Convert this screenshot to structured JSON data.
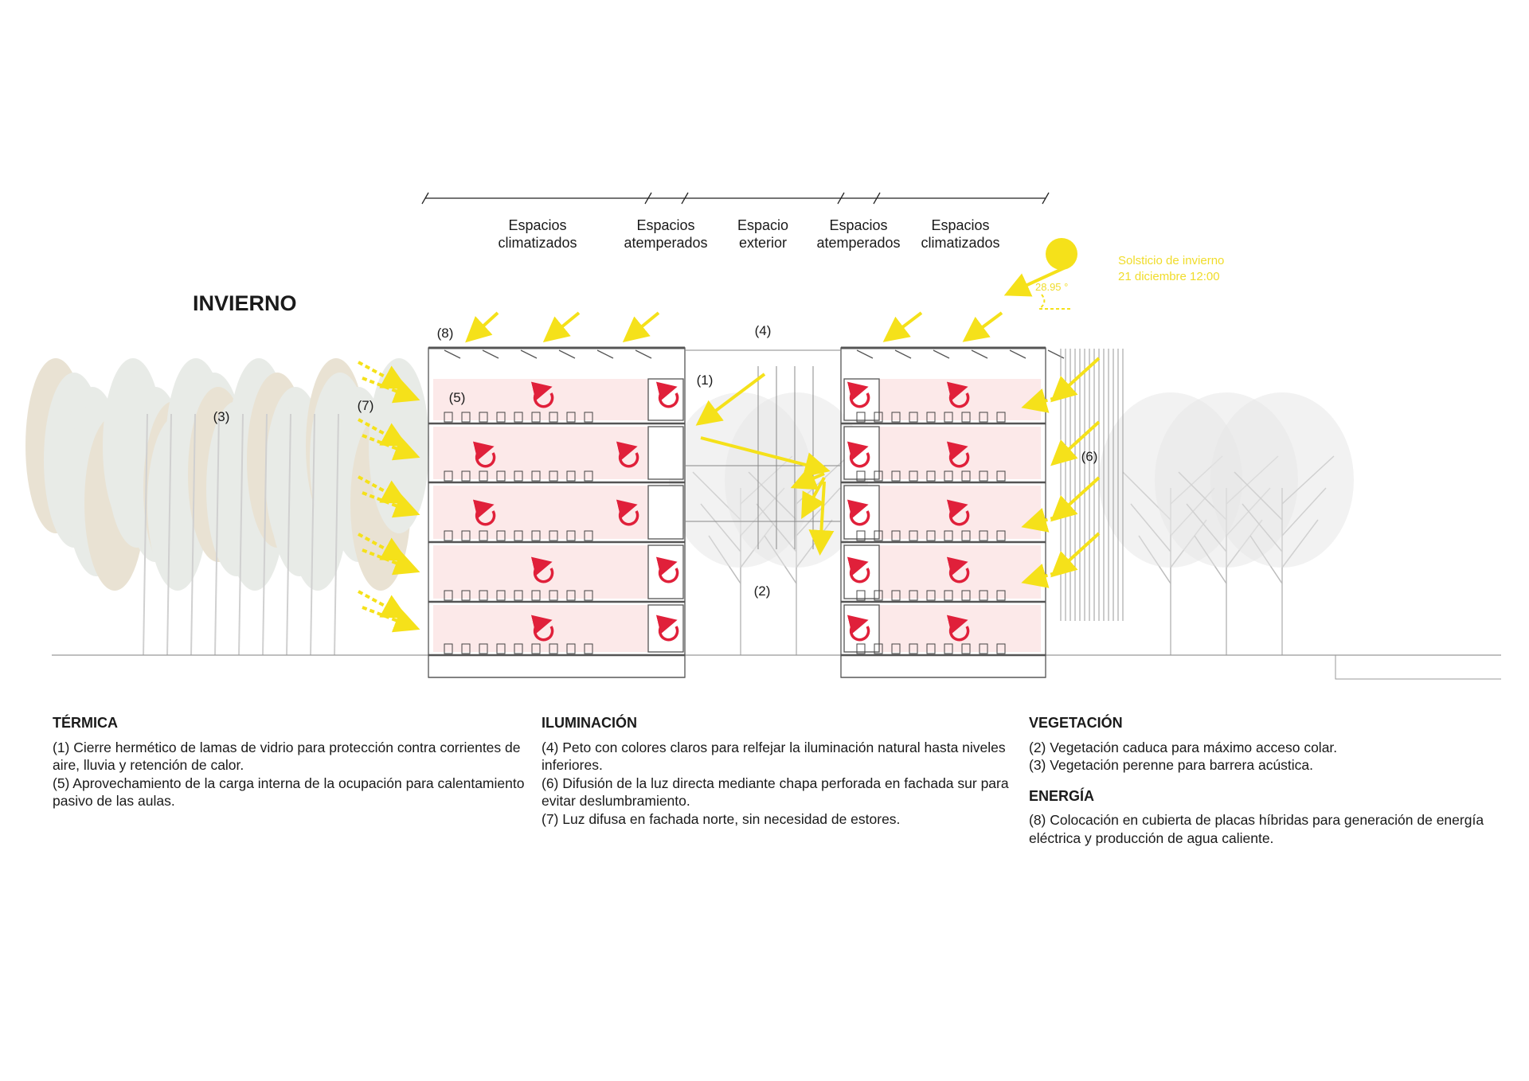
{
  "title": "INVIERNO",
  "zones": [
    {
      "line1": "Espacios",
      "line2": "climatizados"
    },
    {
      "line1": "Espacios",
      "line2": "atemperados"
    },
    {
      "line1": "Espacio",
      "line2": "exterior"
    },
    {
      "line1": "Espacios",
      "line2": "atemperados"
    },
    {
      "line1": "Espacios",
      "line2": "climatizados"
    }
  ],
  "sun": {
    "line1": "Solsticio de invierno",
    "line2": "21 diciembre 12:00",
    "angle": "28.95 °",
    "color": "#f5e11a"
  },
  "markers": {
    "m1": "(1)",
    "m2": "(2)",
    "m3": "(3)",
    "m4": "(4)",
    "m5": "(5)",
    "m6": "(6)",
    "m7": "(7)",
    "m8": "(8)"
  },
  "colors": {
    "heat": "#e0203a",
    "light": "#f5e11a",
    "room": "#fbe3e3"
  },
  "sections": {
    "termica": {
      "heading": "TÉRMICA",
      "items": [
        "(1) Cierre hermético de lamas de vidrio para protección contra corrientes de aire, lluvia y retención de calor.",
        "(5) Aprovechamiento de la carga interna de la ocupación para calentamiento pasivo de las aulas."
      ]
    },
    "iluminacion": {
      "heading": "ILUMINACIÓN",
      "items": [
        "(4) Peto con colores claros para relfejar la iluminación natural hasta niveles inferiores.",
        "(6) Difusión de la luz directa mediante chapa perforada en fachada sur para evitar deslumbramiento.",
        "(7) Luz difusa en fachada norte, sin necesidad de estores."
      ]
    },
    "vegetacion": {
      "heading": "VEGETACIÓN",
      "items": [
        "(2) Vegetación caduca para máximo acceso colar.",
        "(3) Vegetación perenne para barrera acústica."
      ]
    },
    "energia": {
      "heading": "ENERGÍA",
      "items": [
        "(8) Colocación en cubierta de placas híbridas para generación de energía eléctrica y producción de agua caliente."
      ]
    }
  }
}
